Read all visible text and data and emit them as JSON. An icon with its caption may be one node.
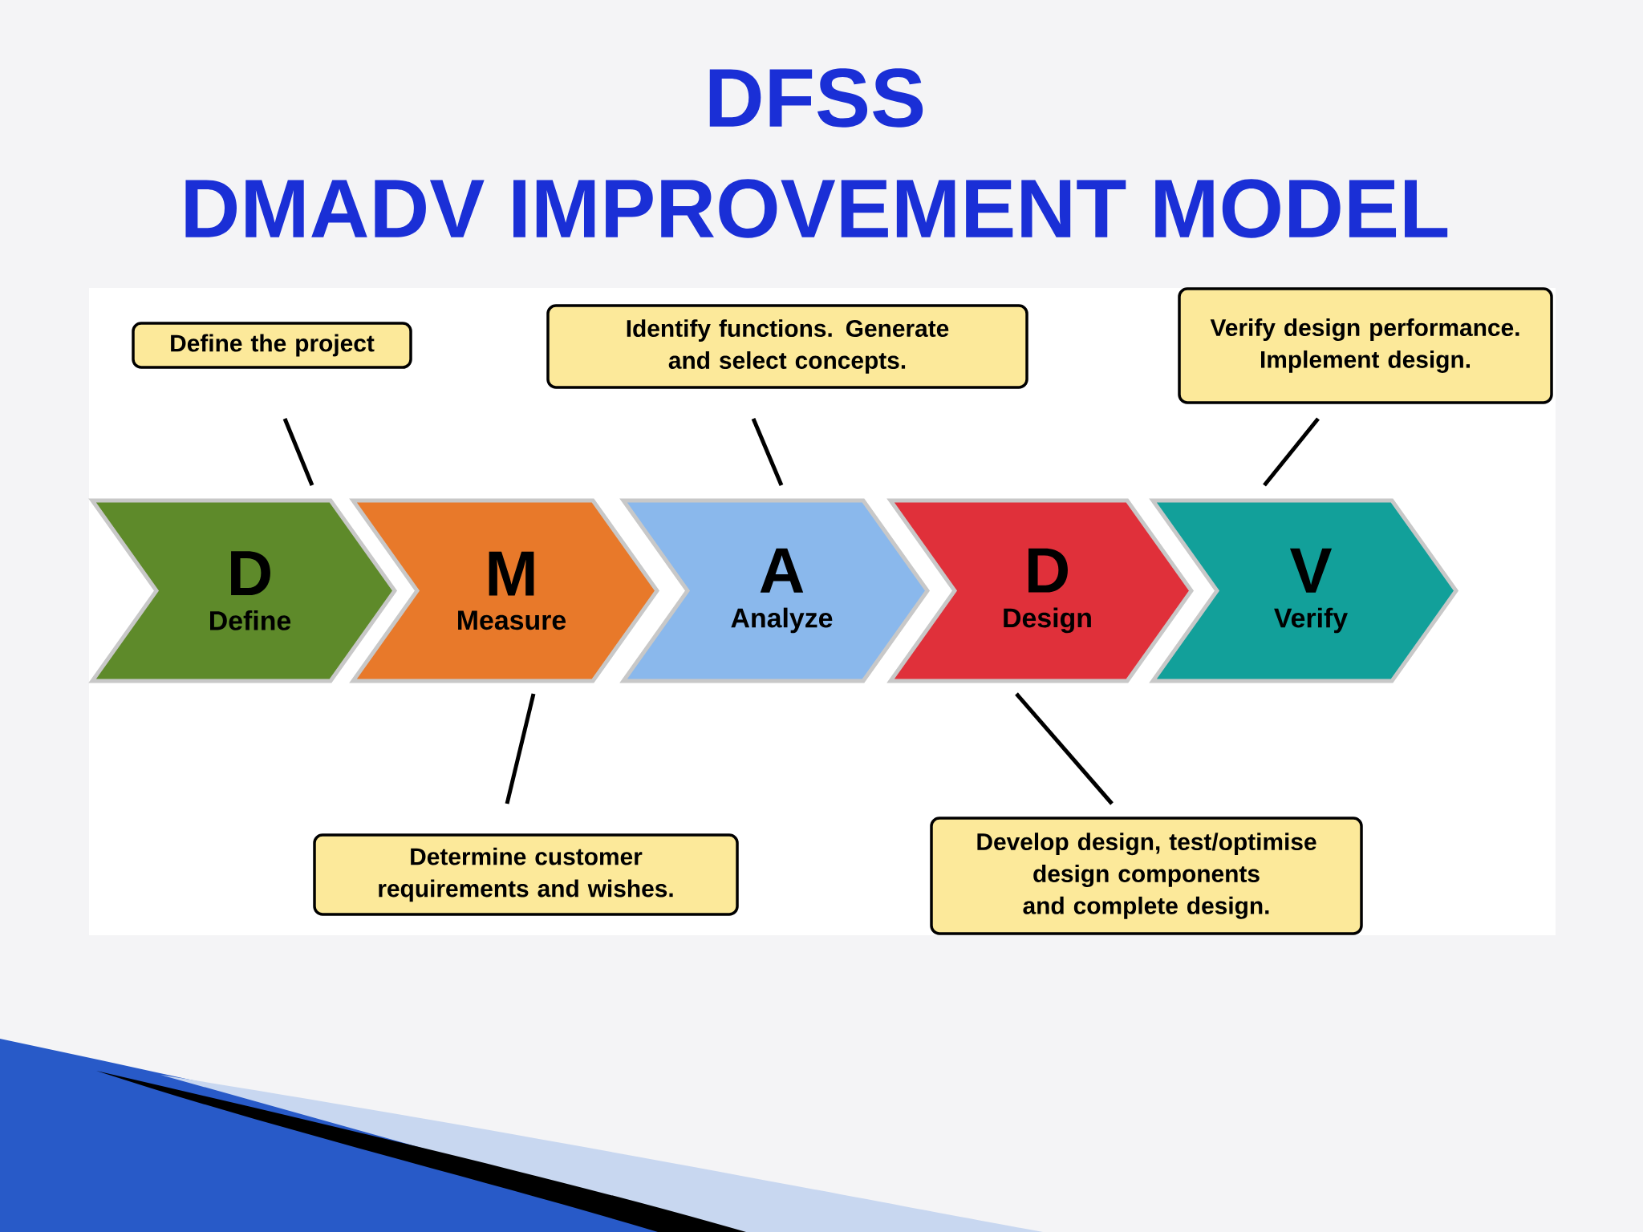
{
  "diagram": {
    "title": "DFSS",
    "nodes": [
      {
        "text": [
          "Define the project"
        ]
      },
      {
        "text": [
          "Identify functions. Generate and select concepts."
        ]
      },
      {
        "text": [
          "Verify design performance. Implement design."
        ]
      },
      {
        "text": [
          "D",
          "Define"
        ]
      },
      {
        "text": [
          "M",
          "Measure"
        ]
      },
      {
        "text": [
          "A",
          "Analyze"
        ]
      },
      {
        "text": [
          "D",
          "Design"
        ]
      },
      {
        "text": [
          "V",
          "Verify"
        ]
      },
      {
        "text": [
          "Determine customer requirements and wishes."
        ]
      },
      {
        "text": [
          "Develop design, test/optimise design components and complete design."
        ]
      }
    ],
    "edges": [
      {
        "from": 0,
        "to": 3,
        "arrow": "none"
      },
      {
        "from": 1,
        "to": 5,
        "arrow": "none"
      },
      {
        "from": 2,
        "to": 7,
        "arrow": "none"
      },
      {
        "from": 8,
        "to": 4,
        "arrow": "none"
      },
      {
        "from": 9,
        "to": 6,
        "arrow": "none"
      }
    ],
    "labels": [
      "DMADV  IMPROVEMENT MODEL"
    ]
  }
}
